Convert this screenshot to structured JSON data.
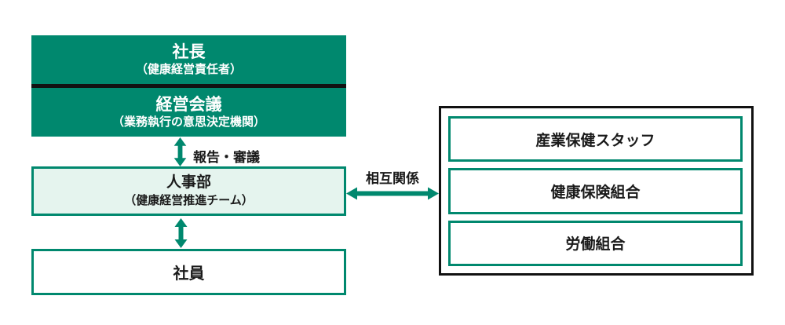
{
  "colors": {
    "teal": "#00886E",
    "light_green_fill": "#E5F4EE",
    "divider_black": "#121212",
    "text_black": "#1a1a1a",
    "text_white": "#ffffff"
  },
  "org_chart": {
    "executive": {
      "president": {
        "title": "社長",
        "subtitle": "（健康経営責任者）"
      },
      "management_meeting": {
        "title": "経営会議",
        "subtitle": "（業務執行の意思決定機関）"
      }
    },
    "report_arrow_label": "報告・審議",
    "hr_department": {
      "title": "人事部",
      "subtitle": "（健康経営推進チーム）"
    },
    "employees_label": "社員",
    "mutual_arrow_label": "相互関係",
    "partners": [
      "産業保健スタッフ",
      "健康保険組合",
      "労働組合"
    ]
  }
}
